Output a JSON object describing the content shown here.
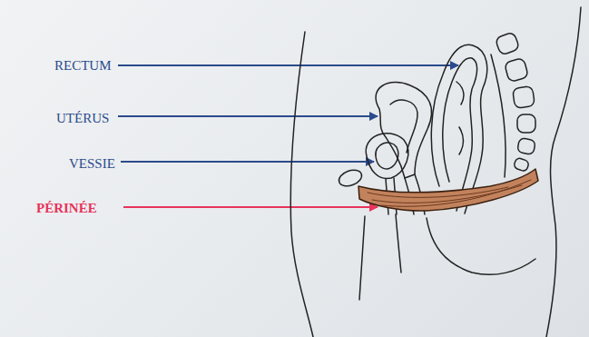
{
  "diagram": {
    "labels": [
      "RECTUM",
      "UTÉRUS",
      "VESSIE",
      "PÉRINÉE"
    ]
  }
}
